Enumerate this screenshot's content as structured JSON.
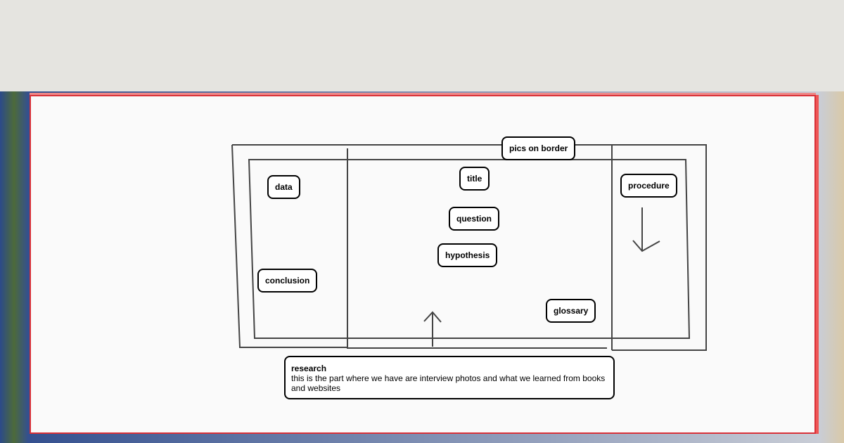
{
  "labels": {
    "pics": "pics on border",
    "title": "title",
    "data": "data",
    "procedure": "procedure",
    "question": "question",
    "hypothesis": "hypothesis",
    "conclusion": "conclusion",
    "glossary": "glossary"
  },
  "note": {
    "title": "research",
    "body": "this is the part where we have are interview photos and what we learned from books and websites"
  }
}
